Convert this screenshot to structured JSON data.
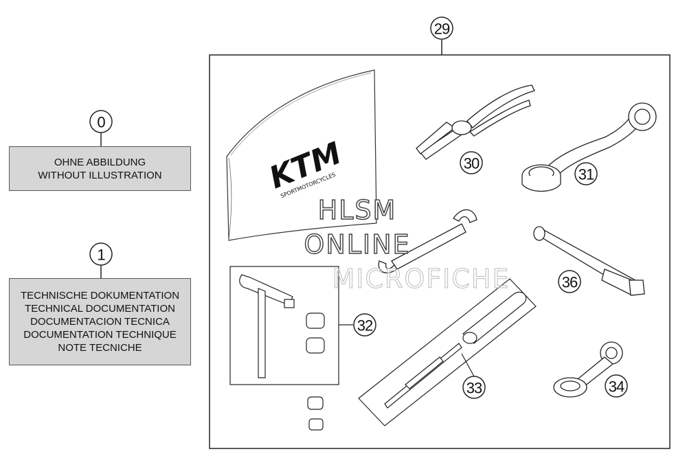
{
  "callouts": {
    "c0": "0",
    "c1": "1",
    "c29": "29",
    "c30": "30",
    "c31": "31",
    "c32": "32",
    "c33": "33",
    "c34": "34",
    "c36": "36"
  },
  "boxes": {
    "no_illustration": {
      "line1": "OHNE ABBILDUNG",
      "line2": "WITHOUT ILLUSTRATION"
    },
    "technical_docs": {
      "line1": "TECHNISCHE DOKUMENTATION",
      "line2": "TECHNICAL DOCUMENTATION",
      "line3": "DOCUMENTACION TECNICA",
      "line4": "DOCUMENTATION TECHNIQUE",
      "line5": "NOTE TECNICHE"
    }
  },
  "manual_logo": {
    "brand": "KTM",
    "subtitle": "SPORTMOTORCYCLES"
  },
  "watermark": {
    "line1": "HLSM",
    "line2": "ONLINE",
    "line3": "MICROFICHE"
  },
  "colors": {
    "line": "#222222",
    "box_fill": "#d6d6d6",
    "background": "#ffffff"
  },
  "icons": [
    "owners-manual-icon",
    "pliers-icon",
    "ring-spanner-icon",
    "open-end-wrench-icon",
    "socket-wrench-icon",
    "hex-key-set-icon",
    "screwdriver-icon",
    "ring-wrench-icon"
  ]
}
